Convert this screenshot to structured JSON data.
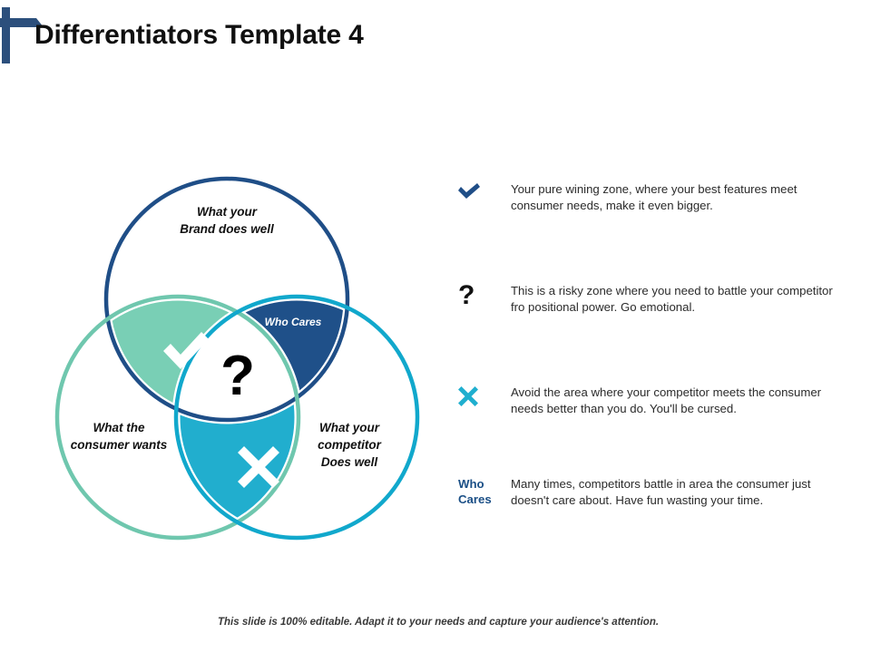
{
  "slide": {
    "title": "Differentiators Template 4",
    "footer_note": "This slide is 100% editable. Adapt it to your needs and capture your audience's attention."
  },
  "colors": {
    "navy": "#1F5089",
    "navy_stroke": "#1F4E87",
    "mint": "#79CFB5",
    "mint_stroke": "#6FC7AE",
    "cyan": "#21AECE",
    "cyan_stroke": "#11A8CC",
    "title": "#101010",
    "body_text": "#2b2b2b",
    "who_cares_blue": "#1b4f86",
    "corner_mark": "#2C4F7C"
  },
  "venn": {
    "circles": [
      {
        "key": "brand",
        "label": "What your\nBrand does well",
        "label_line1": "What your",
        "label_line2": "Brand does well",
        "stroke": "#1F4E87"
      },
      {
        "key": "consumer",
        "label": "What the\nconsumer wants",
        "label_line1": "What the",
        "label_line2": "consumer wants",
        "stroke": "#6FC7AE"
      },
      {
        "key": "competitor",
        "label": "What your\ncompetitor\nDoes well",
        "label_line1": "What your",
        "label_line2": "competitor",
        "label_line3": "Does well",
        "stroke": "#11A8CC"
      }
    ],
    "overlaps": [
      {
        "key": "brand-consumer",
        "fill": "#79CFB5",
        "icon": "check-icon",
        "label": ""
      },
      {
        "key": "brand-competitor",
        "fill": "#1F5089",
        "icon": "",
        "label": "Who Cares"
      },
      {
        "key": "consumer-competitor",
        "fill": "#21AECE",
        "icon": "cross-icon",
        "label": ""
      },
      {
        "key": "center-all-three",
        "fill": "#FFFFFF",
        "icon": "question-icon",
        "label": "?"
      }
    ]
  },
  "bullets": [
    {
      "icon": "check-icon",
      "icon_label": "",
      "text": "Your pure wining zone, where your best features meet consumer needs, make it even bigger."
    },
    {
      "icon": "question-icon",
      "icon_label": "?",
      "text": "This is a risky zone where you need to battle your competitor fro positional power. Go emotional."
    },
    {
      "icon": "cross-icon",
      "icon_label": "",
      "text": "Avoid the area where your competitor meets the consumer needs better than you do. You'll be cursed."
    },
    {
      "icon": "who-cares-text",
      "icon_label": "Who Cares",
      "icon_label_line1": "Who",
      "icon_label_line2": "Cares",
      "text": "Many times, competitors battle in area the consumer just doesn't care about. Have fun wasting your time."
    }
  ]
}
